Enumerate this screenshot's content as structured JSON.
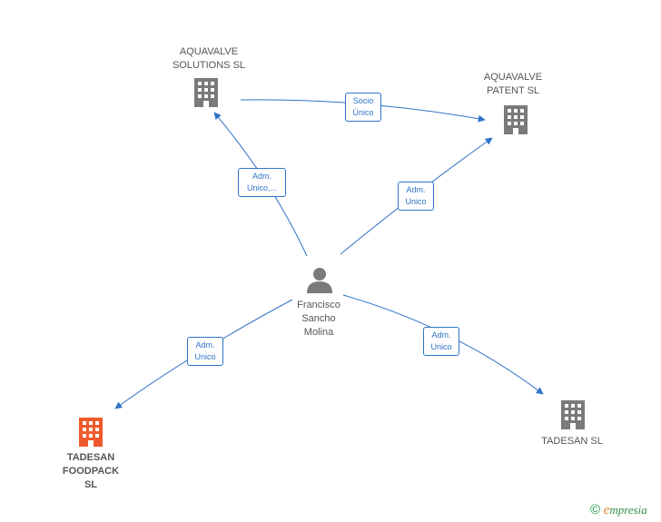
{
  "colors": {
    "edge": "#2f73c7",
    "building": "#7a7a7a",
    "building_highlight": "#ee5a2c",
    "person": "#7a7a7a"
  },
  "nodes": {
    "aquavalve_solutions": {
      "line1": "AQUAVALVE",
      "line2": "SOLUTIONS  SL"
    },
    "aquavalve_patent": {
      "line1": "AQUAVALVE",
      "line2": "PATENT  SL"
    },
    "person": {
      "line1": "Francisco",
      "line2": "Sancho",
      "line3": "Molina"
    },
    "tadesan_foodpack": {
      "line1": "TADESAN",
      "line2": "FOODPACK",
      "line3": "SL"
    },
    "tadesan": {
      "line1": "TADESAN SL"
    }
  },
  "edges": {
    "socio_unico": {
      "line1": "Socio",
      "line2": "Único"
    },
    "adm_solutions": {
      "line1": "Adm.",
      "line2": "Unico,..."
    },
    "adm_patent": {
      "line1": "Adm.",
      "line2": "Unico"
    },
    "adm_foodpack": {
      "line1": "Adm.",
      "line2": "Unico"
    },
    "adm_tadesan": {
      "line1": "Adm.",
      "line2": "Unico"
    }
  },
  "footer": {
    "copyright": "©",
    "brand_initial": "e",
    "brand_rest": "mpresia"
  }
}
